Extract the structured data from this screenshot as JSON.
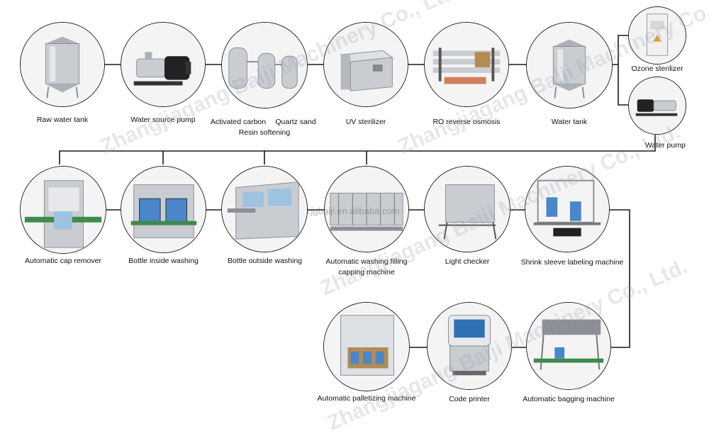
{
  "steps": {
    "raw_water_tank": "Raw water tank",
    "water_source_pump": "Water source pump",
    "activated_carbon": "Activated carbon",
    "quartz_sand": "Quartz sand",
    "resin_softening": "Resin softening",
    "uv_sterilizer": "UV sterilizer",
    "ro_reverse_osmosis": "RO reverse osmosis",
    "water_tank": "Water tank",
    "ozone_sterilizer": "Ozone sterilizer",
    "water_pump": "Water pump",
    "automatic_cap_remover": "Automatic cap remover",
    "bottle_inside_washing": "Bottle inside washing",
    "bottle_outside_washing": "Bottle outside washing",
    "washing_filling_line1": "Automatic washing filling",
    "washing_filling_line2": "capping machine",
    "light_checker": "Light checker",
    "shrink_sleeve_labeling": "Shrink sleeve labeling machine",
    "automatic_bagging": "Automatic bagging machine",
    "code_printer": "Code printer",
    "automatic_palletizing": "Automatic palletizing machine"
  },
  "watermark": {
    "company": "Zhangjiagang Baiji Machinery Co., Ltd.",
    "brand": "BAIJI",
    "url": "zjgbaiji.en.alibaba.com"
  },
  "colors": {
    "line": "#1a1a1a",
    "steel": "#c9ccd1",
    "steel_dark": "#8c9096",
    "motor": "#222222",
    "glass": "#9ec3e0",
    "bottle": "#4a86c8",
    "screen": "#2f6fb4",
    "wood": "#b48a55"
  }
}
